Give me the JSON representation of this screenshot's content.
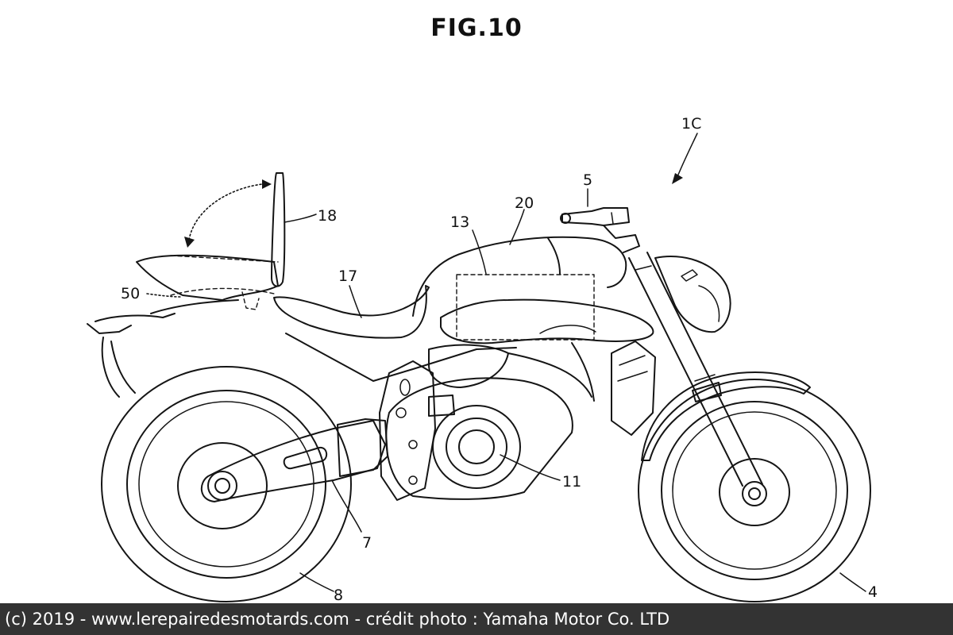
{
  "figure": {
    "title": "FIG.10",
    "labels": {
      "assembly": "1C",
      "handlebar": "5",
      "tank": "20",
      "tank_inner": "13",
      "backrest": "18",
      "seat": "17",
      "rear_part": "50",
      "motor": "11",
      "swingarm": "7",
      "rear_wheel": "8",
      "front_wheel": "4"
    }
  },
  "credit": "(c) 2019 - www.lerepairedesmotards.com - crédit photo : Yamaha Motor Co. LTD"
}
